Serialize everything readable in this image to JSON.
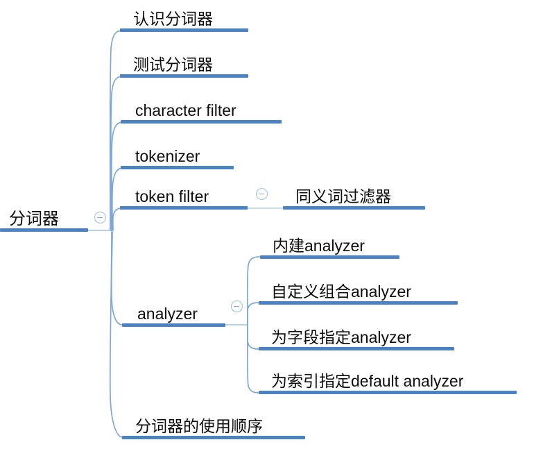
{
  "diagram": {
    "type": "mindmap",
    "title": "分词器",
    "accent_color": "#4a82c4",
    "connector_color": "#7fa8d6",
    "text_color": "#0d0d0d",
    "background": "#ffffff"
  },
  "root": {
    "label": "分词器",
    "toggle": "collapse-toggle-root",
    "toggle_state": "expanded",
    "toggle_glyph": "−"
  },
  "branches": [
    {
      "label": "认识分词器",
      "has_toggle": false
    },
    {
      "label": "测试分词器",
      "has_toggle": false
    },
    {
      "label": "character filter",
      "has_toggle": false
    },
    {
      "label": "tokenizer",
      "has_toggle": false
    },
    {
      "label": "token filter",
      "has_toggle": true,
      "toggle_glyph": "−"
    },
    {
      "label": "analyzer",
      "has_toggle": true,
      "toggle_glyph": "−"
    },
    {
      "label": "分词器的使用顺序",
      "has_toggle": false
    }
  ],
  "token_filter_children": [
    {
      "label": "同义词过滤器"
    }
  ],
  "analyzer_children": [
    {
      "label": "内建analyzer"
    },
    {
      "label": "自定义组合analyzer"
    },
    {
      "label": "为字段指定analyzer"
    },
    {
      "label": "为索引指定default analyzer"
    }
  ]
}
